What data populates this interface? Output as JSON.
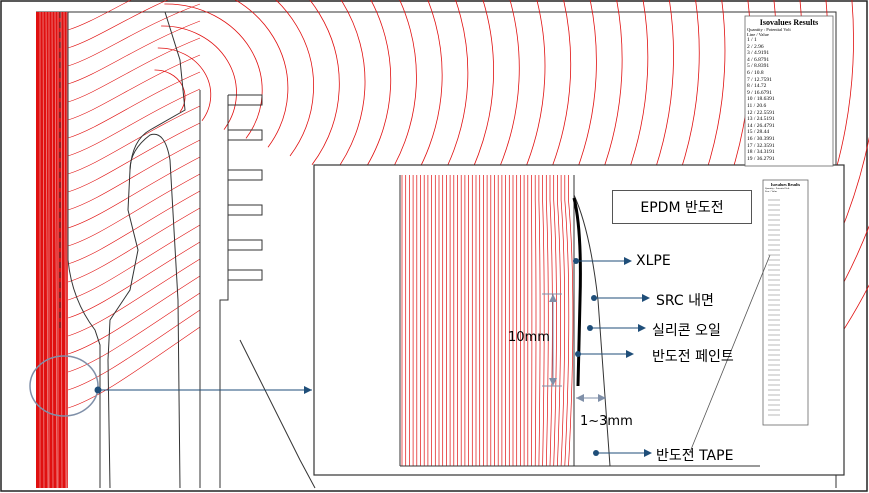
{
  "legend_main": {
    "title": "Isovalues Results",
    "quantity": "Quantity : Potential Volt",
    "header": "Line / Value",
    "rows": [
      "1  /  1",
      "2  /  2.96",
      "3  /  4.9191",
      "4  /  6.8791",
      "5  /  8.8391",
      "6  /  10.8",
      "7  /  12.7591",
      "8  /  14.72",
      "9  /  16.6791",
      "10  /  18.6391",
      "11  /  20.6",
      "12  /  22.5591",
      "13  /  24.5191",
      "14  /  26.4791",
      "15  /  28.44",
      "16  /  30.3991",
      "17  /  32.3591",
      "18  /  34.3191",
      "19  /  36.2791"
    ]
  },
  "legend_small": {
    "title": "Isovalues Results",
    "quantity": "Quantity : Potential Volt",
    "header": "Line / Value"
  },
  "labels": {
    "box_title": "EPDM 반도전",
    "xlpe": "XLPE",
    "src": "SRC 내면",
    "silicone": "실리콘 오일",
    "paint": "반도전 페인트",
    "tape": "반도전 TAPE",
    "dim_10mm": "10mm",
    "dim_gap": "1~3mm"
  },
  "colors": {
    "field_line": "#e01010",
    "pointer": "#1f4e79",
    "circle": "#7f8fa8",
    "outline": "#333333"
  }
}
